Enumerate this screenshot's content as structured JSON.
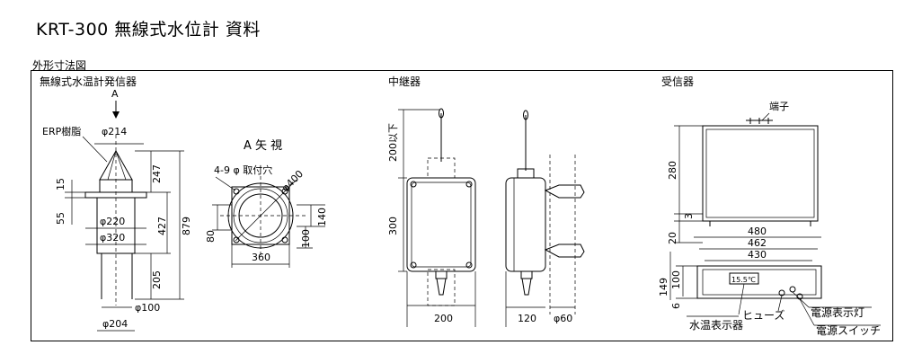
{
  "title": "KRT-300 無線式水位計 資料",
  "caption": "外形寸法図",
  "sections": {
    "transmitter": "無線式水温計発信器",
    "repeater": "中継器",
    "receiver": "受信器"
  },
  "transmitter": {
    "view_marker": "A",
    "material_label": "ERP樹脂",
    "dims": {
      "d214": "φ214",
      "d220": "φ220",
      "d320": "φ320",
      "d100": "φ100",
      "d204": "φ204",
      "h15": "15",
      "h55": "55",
      "h247": "247",
      "h427": "427",
      "h879": "879",
      "h205": "205"
    }
  },
  "view_a": {
    "title": "A 矢 視",
    "hole_label": "4-9 φ 取付穴",
    "dims": {
      "d400": "φ400",
      "h140": "140",
      "h100": "100",
      "h80": "80",
      "w360": "360"
    }
  },
  "repeater": {
    "dims": {
      "antenna": "200以下",
      "h300": "300",
      "w200": "200",
      "w120": "120",
      "d60": "φ60"
    }
  },
  "receiver": {
    "terminal_label": "端子",
    "display_value": "15.5℃",
    "dims": {
      "h280": "280",
      "h3": "3",
      "h20": "20",
      "w480": "480",
      "w462": "462",
      "w430": "430",
      "h100": "100",
      "h149": "149",
      "h6": "6"
    },
    "labels": {
      "thermometer": "水温表示器",
      "fuse": "ヒューズ",
      "power_lamp": "電源表示灯",
      "power_switch": "電源スイッチ"
    }
  }
}
